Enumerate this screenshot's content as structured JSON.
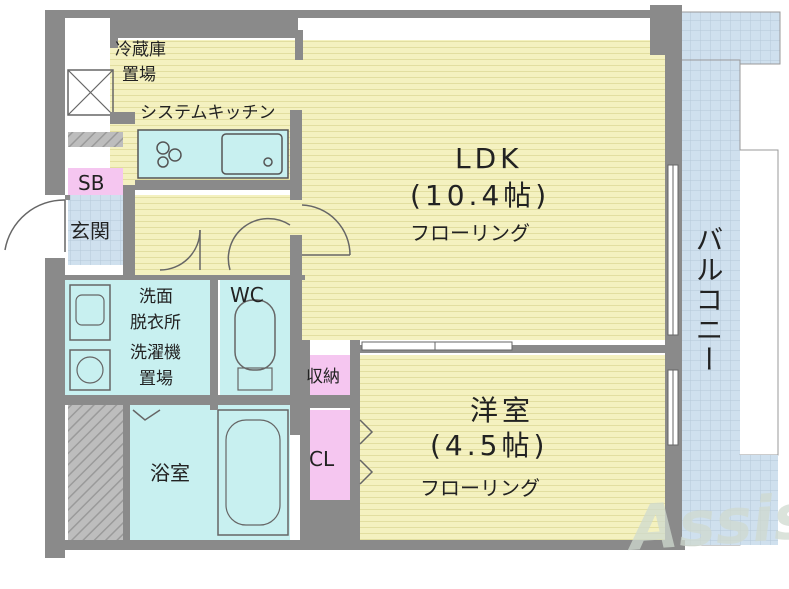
{
  "rooms": {
    "fridge": [
      "冷蔵庫",
      "置場"
    ],
    "kitchen": "システムキッチン",
    "ldk": {
      "name": "LDK",
      "size": "(10.4帖)",
      "floor": "フローリング"
    },
    "storage_box": "SB",
    "entrance": "玄関",
    "washroom": [
      "洗面",
      "脱衣所",
      "洗濯機",
      "置場"
    ],
    "toilet": "WC",
    "closet_storage": "収納",
    "western_room": {
      "name": "洋室",
      "size": "(4.5帖)",
      "floor": "フローリング"
    },
    "closet": "CL",
    "bathroom": "浴室",
    "balcony": "バルコニー"
  },
  "watermark": "Assist",
  "colors": {
    "wall": "#8a8a8a",
    "floor_wood": "#f4f1c0",
    "floor_stripe": "#e2dea0",
    "tile": "#c9dceb",
    "kitchen": "#c8f0f0",
    "pink": "#f5c6f0",
    "balcony": "#d2e2ee"
  }
}
